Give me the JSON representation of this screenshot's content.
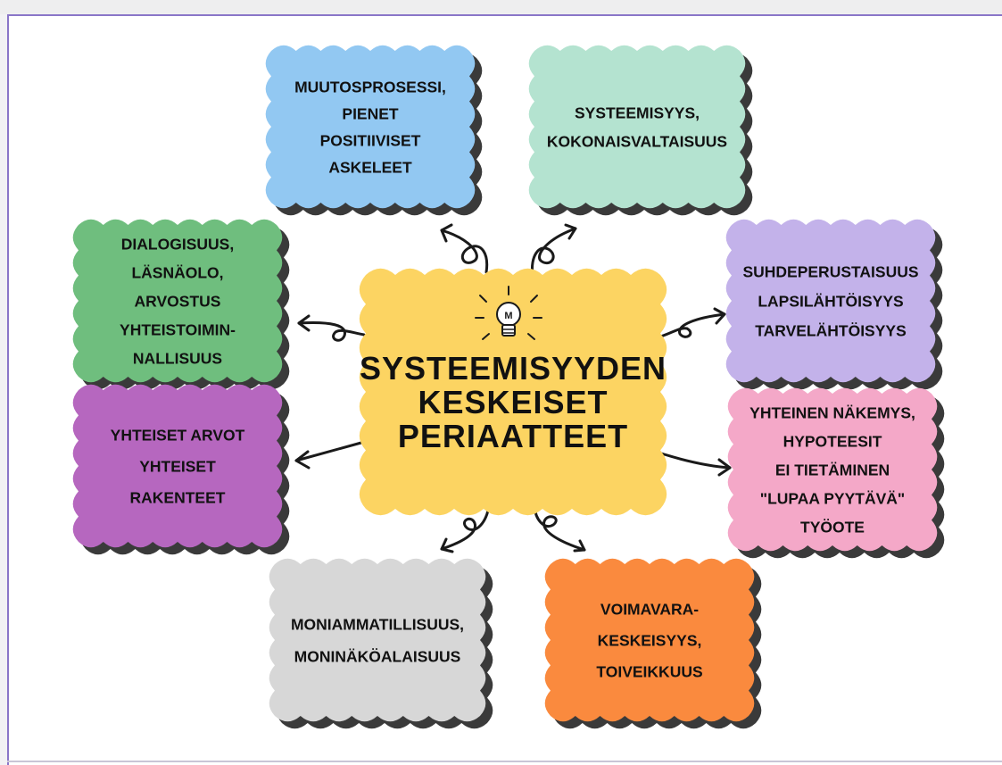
{
  "center": {
    "lines": [
      "SYSTEEMISYYDEN",
      "KESKEISET",
      "PERIAATTEET"
    ],
    "color": "#fcd462",
    "bulb_letter": "M"
  },
  "boxes": [
    {
      "id": "top-left",
      "lines": [
        "MUUTOSPROSESSI,",
        "PIENET",
        "POSITIIVISET",
        "ASKELEET"
      ],
      "color": "#92c8f2"
    },
    {
      "id": "top-right",
      "lines": [
        "SYSTEEMISYYS,",
        "KOKONAISVALTAISUUS"
      ],
      "color": "#b4e3d0"
    },
    {
      "id": "left-upper",
      "lines": [
        "DIALOGISUUS,",
        "LÄSNÄOLO,",
        "ARVOSTUS",
        "YHTEISTOIMIN-",
        "NALLISUUS"
      ],
      "color": "#6fbe7e"
    },
    {
      "id": "right-upper",
      "lines": [
        "SUHDEPERUSTAISUUS",
        "LAPSILÄHTÖISYYS",
        "TARVELÄHTÖISYYS"
      ],
      "color": "#c3b2ea"
    },
    {
      "id": "left-lower",
      "lines": [
        "YHTEISET ARVOT",
        "YHTEISET",
        "RAKENTEET"
      ],
      "color": "#b667bf"
    },
    {
      "id": "right-lower",
      "lines": [
        "YHTEINEN NÄKEMYS,",
        "HYPOTEESIT",
        "EI TIETÄMINEN",
        "\"LUPAA PYYTÄVÄ\"",
        "TYÖOTE"
      ],
      "color": "#f4a8c8"
    },
    {
      "id": "bottom-left",
      "lines": [
        "MONIAMMATILLISUUS,",
        "MONINÄKÖALAISUUS"
      ],
      "color": "#d7d7d7"
    },
    {
      "id": "bottom-right",
      "lines": [
        "VOIMAVARA-",
        "KESKEISYYS,",
        "TOIVEIKKUUS"
      ],
      "color": "#fa8a3e"
    }
  ],
  "colors": {
    "frame": "#8a76c8",
    "shadow": "#3a3a3a",
    "ink": "#111111"
  }
}
